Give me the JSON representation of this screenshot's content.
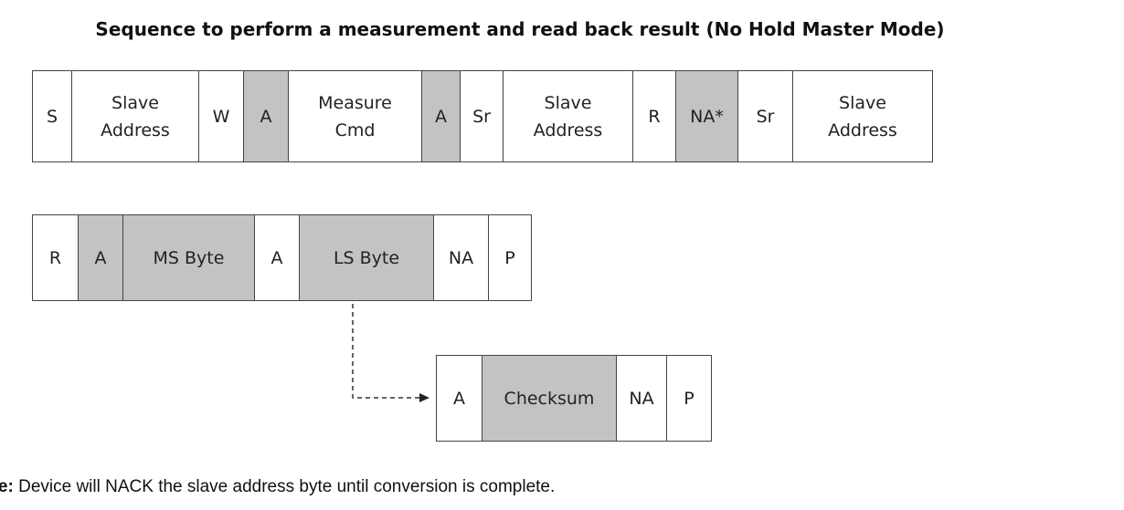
{
  "title": "Sequence to perform a measurement and read back result (No Hold Master Mode)",
  "colors": {
    "shaded_cell": "#c3c3c3",
    "border": "#444444"
  },
  "row1": [
    {
      "label": "S",
      "shaded": false
    },
    {
      "label": "Slave\nAddress",
      "shaded": false
    },
    {
      "label": "W",
      "shaded": false
    },
    {
      "label": "A",
      "shaded": true
    },
    {
      "label": "Measure\nCmd",
      "shaded": false
    },
    {
      "label": "A",
      "shaded": true
    },
    {
      "label": "Sr",
      "shaded": false
    },
    {
      "label": "Slave\nAddress",
      "shaded": false
    },
    {
      "label": "R",
      "shaded": false
    },
    {
      "label": "NA*",
      "shaded": true
    },
    {
      "label": "Sr",
      "shaded": false
    },
    {
      "label": "Slave\nAddress",
      "shaded": false
    }
  ],
  "row2": [
    {
      "label": "R",
      "shaded": false
    },
    {
      "label": "A",
      "shaded": true
    },
    {
      "label": "MS Byte",
      "shaded": true
    },
    {
      "label": "A",
      "shaded": false
    },
    {
      "label": "LS Byte",
      "shaded": true
    },
    {
      "label": "NA",
      "shaded": false
    },
    {
      "label": "P",
      "shaded": false
    }
  ],
  "row3": [
    {
      "label": "A",
      "shaded": false
    },
    {
      "label": "Checksum",
      "shaded": true
    },
    {
      "label": "NA",
      "shaded": false
    },
    {
      "label": "P",
      "shaded": false
    }
  ],
  "note": {
    "label": "ote:",
    "text": "Device will NACK the slave address byte until conversion is complete."
  }
}
